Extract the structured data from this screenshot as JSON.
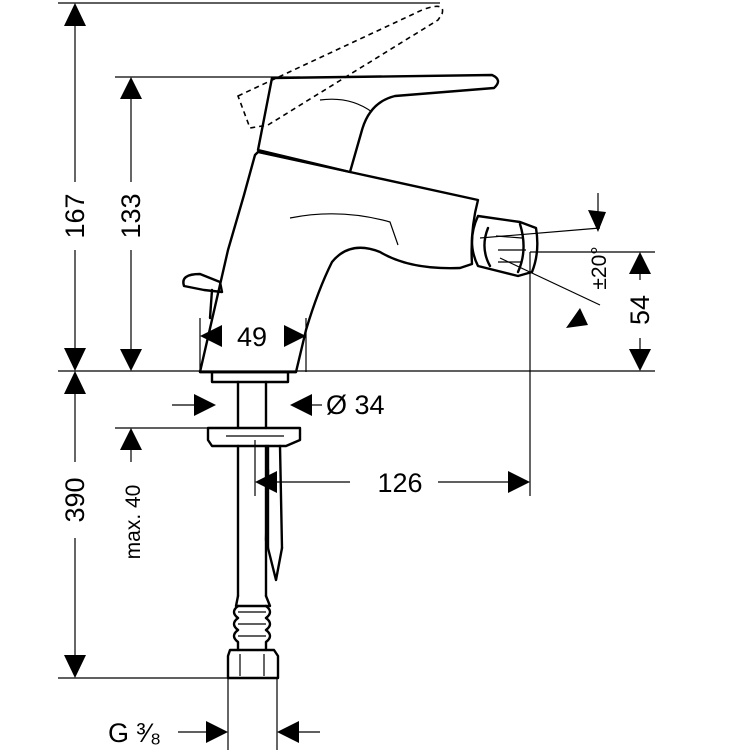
{
  "dimensions": {
    "overall_height": "167",
    "spout_height": "133",
    "base_width": "49",
    "aerator_height": "54",
    "shank_diameter": "Ø 34",
    "spout_reach": "126",
    "flex_hose_length": "390",
    "max_deck_thickness": "max. 40",
    "swivel_angle": "±20°",
    "connection_thread": "G ³⁄₈"
  }
}
